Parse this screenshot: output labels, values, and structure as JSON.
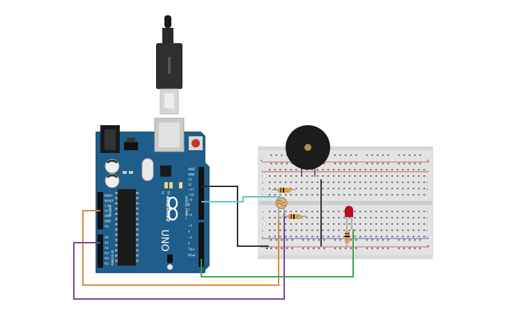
{
  "arduino": {
    "logo_text": "ARDUINO",
    "model": "UNO",
    "power_header": "POWER",
    "analog_header": "ANALOG IN",
    "digital_header": "DIGITAL (PWM~)",
    "power_pins": [
      "IOREF",
      "RESET",
      "3.3V",
      "5V",
      "GND",
      "GND",
      "Vin"
    ],
    "analog_pins": [
      "A0",
      "A1",
      "A2",
      "A3",
      "A4",
      "A5"
    ],
    "digital_pins": [
      "AREF",
      "GND",
      "13",
      "12",
      "~11",
      "~10",
      "~9",
      "8",
      "7",
      "~6",
      "~5",
      "4",
      "~3",
      "2",
      "TX▸1",
      "RX◂0"
    ],
    "led_labels": [
      "TX",
      "RX",
      "L"
    ]
  },
  "breadboard": {
    "row_letters_top": [
      "j",
      "i",
      "h",
      "g",
      "f"
    ],
    "row_letters_bottom": [
      "e",
      "d",
      "c",
      "b",
      "a"
    ],
    "columns": 30
  },
  "colors": {
    "board": "#1f5d8a",
    "board_edge": "#174a70",
    "breadboard": "#e3e3e3",
    "wire_orange": "#e0852a",
    "wire_purple": "#7a3b97",
    "wire_black": "#2b2b2b",
    "wire_teal": "#5bc4c8",
    "wire_green": "#3aa341",
    "led_red": "#b3101a",
    "buzzer": "#1c1c1c"
  },
  "icons": [
    "usb-cable-icon",
    "buzzer-icon",
    "photoresistor-icon",
    "resistor-icon",
    "led-icon"
  ]
}
